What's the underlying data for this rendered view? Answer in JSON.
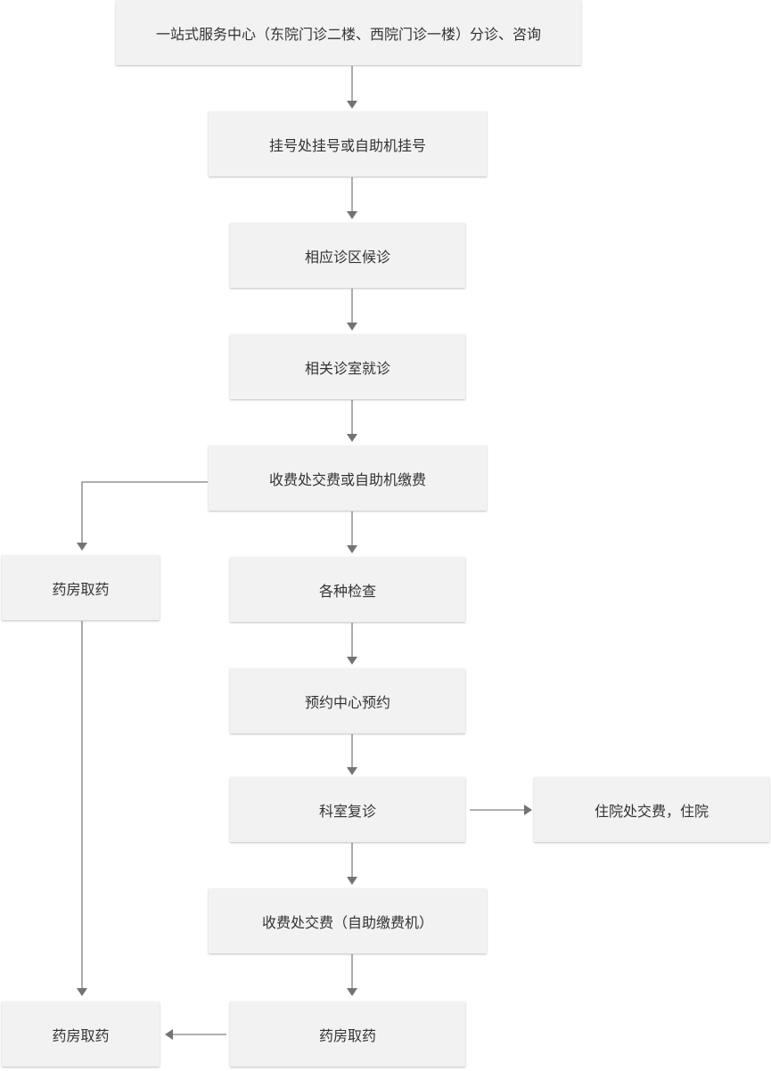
{
  "flowchart": {
    "step_consult": "一站式服务中心（东院门诊二楼、西院门诊一楼）分诊、咨询",
    "step_register": "挂号处挂号或自助机挂号",
    "step_wait": "相应诊区候诊",
    "step_visit": "相关诊室就诊",
    "step_pay": "收费处交费或自助机缴费",
    "step_pharmacy_left_top": "药房取药",
    "step_exams": "各种检查",
    "step_booking": "预约中心预约",
    "step_revisit": "科室复诊",
    "step_inpatient": "住院处交费，住院",
    "step_pay_again": "收费处交费（自助缴费机）",
    "step_pharmacy_center": "药房取药",
    "step_pharmacy_left_bottom": "药房取药"
  }
}
